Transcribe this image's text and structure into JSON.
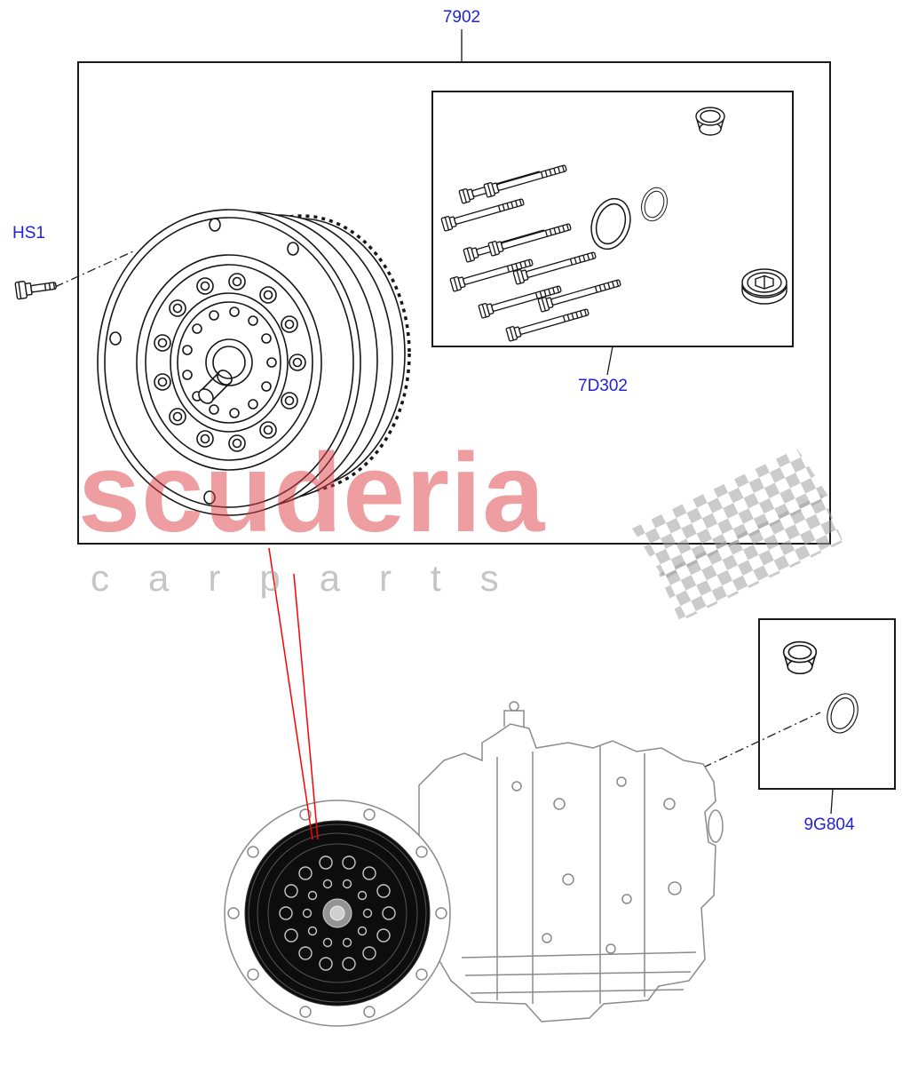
{
  "labels": {
    "main_assembly": "7902",
    "fixing": "HS1",
    "converter_kit": "7D302",
    "seal_kit": "9G804"
  },
  "watermark": {
    "brand": "scuderia",
    "sub": "carparts",
    "brand_color": "#de3e42",
    "sub_color": "#969696"
  },
  "colors": {
    "label_blue": "#2222d6",
    "callout_red": "#ff0000",
    "drawing_black": "#161616",
    "transmission_gray": "#8a8a8a",
    "box_border": "#1a1a1a"
  }
}
